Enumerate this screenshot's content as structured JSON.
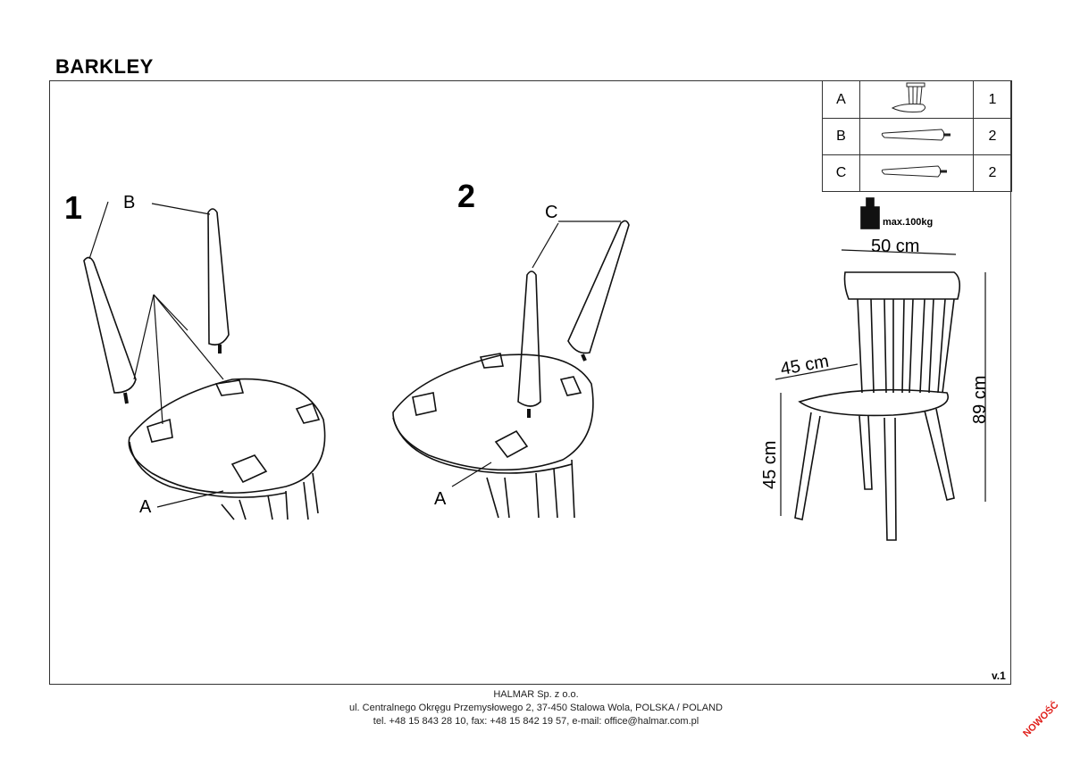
{
  "title": "BARKLEY",
  "parts_table": [
    {
      "label": "A",
      "icon": "chair-seat-icon",
      "qty": "1"
    },
    {
      "label": "B",
      "icon": "leg-icon",
      "qty": "2"
    },
    {
      "label": "C",
      "icon": "leg-icon",
      "qty": "2"
    }
  ],
  "max_load": "max.100kg",
  "dimensions": {
    "width": "50 cm",
    "depth": "45 cm",
    "seat_height": "45 cm",
    "height": "89 cm"
  },
  "steps": [
    {
      "number": "1",
      "labels": {
        "leg": "B",
        "seat": "A"
      }
    },
    {
      "number": "2",
      "labels": {
        "leg": "C",
        "seat": "A"
      }
    }
  ],
  "version": "v.1",
  "footer": {
    "company": "HALMAR Sp. z o.o.",
    "address": "ul. Centralnego Okręgu Przemysłowego 2, 37-450 Stalowa Wola, POLSKA / POLAND",
    "contact": "tel. +48 15 843 28 10, fax: +48 15 842 19 57, e-mail: office@halmar.com.pl"
  },
  "stamp": "NOWOŚĆ"
}
